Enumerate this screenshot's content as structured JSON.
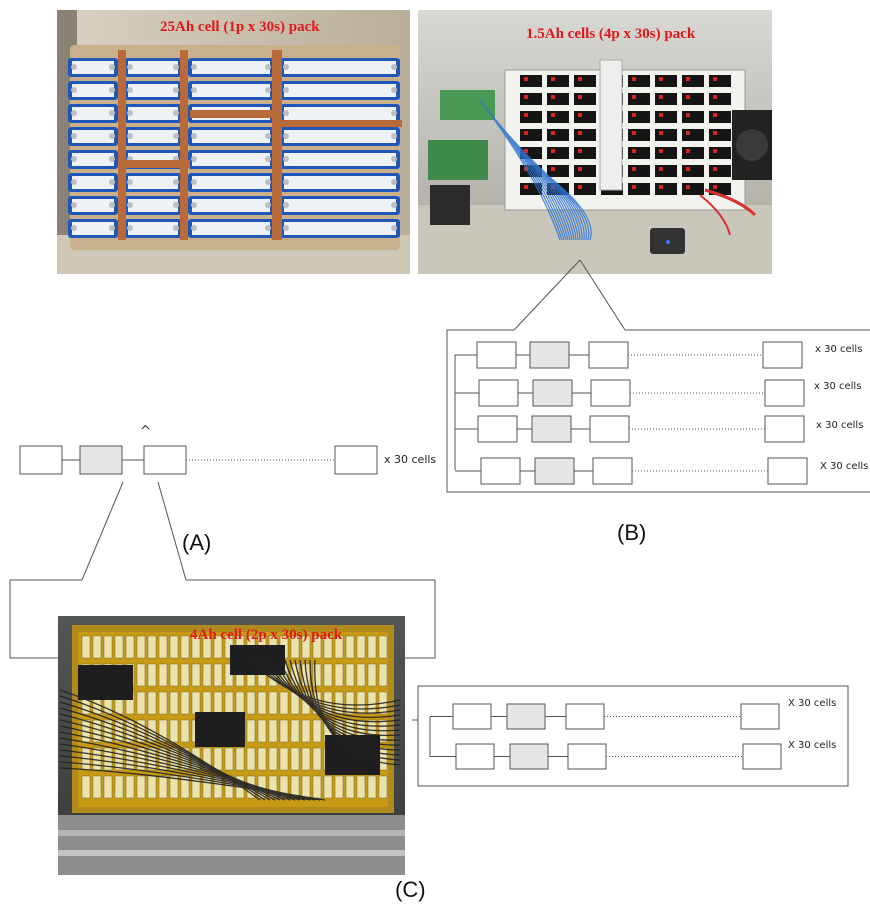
{
  "photos": {
    "a": {
      "title": "25Ah cell (1p x 30s) pack"
    },
    "b": {
      "title": "1.5Ah cells (4p x 30s) pack"
    },
    "c": {
      "title": "4Ah cell (2p x 30s) pack"
    }
  },
  "labels": {
    "a": "(A)",
    "b": "(B)",
    "c": "(C)",
    "caret": "^"
  },
  "schematic_a": {
    "count_label": "x 30 cells"
  },
  "schematic_b": {
    "count_labels": [
      "x 30 cells",
      "x 30 cells",
      "x 30 cells",
      "X 30 cells"
    ]
  },
  "schematic_c": {
    "count_labels": [
      "X 30 cells",
      "X 30 cells"
    ]
  },
  "colors": {
    "title_red": "#e01818",
    "cell_border": "#555555",
    "highlight_cell": "#e6e6e6",
    "copper": "#b86a3a",
    "cell_blue": "#1f56b8",
    "kapton": "#c79a16"
  }
}
